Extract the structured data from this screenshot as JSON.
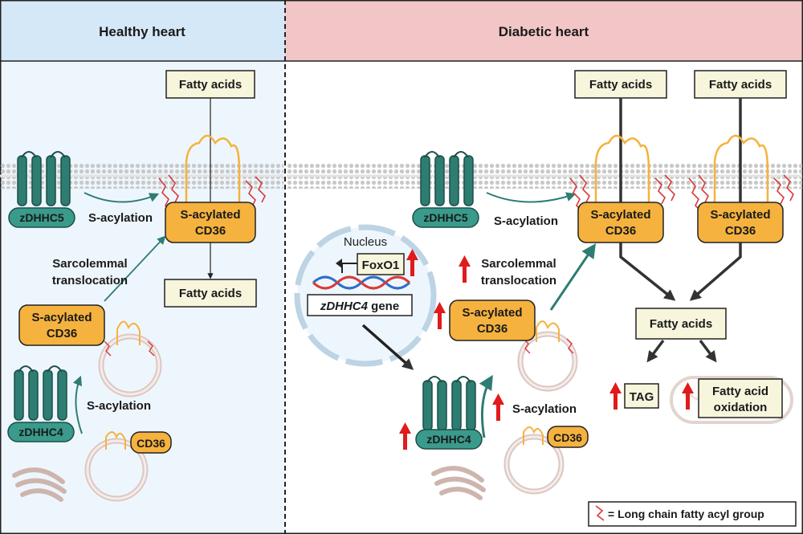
{
  "panels": {
    "healthy": {
      "title": "Healthy heart"
    },
    "diabetic": {
      "title": "Diabetic heart"
    }
  },
  "healthy": {
    "fatty_acids_top": "Fatty acids",
    "fatty_acids_bottom": "Fatty acids",
    "zdhhc5": "zDHHC5",
    "zdhhc4": "zDHHC4",
    "s_acylation_1": "S-acylation",
    "s_acylation_2": "S-acylation",
    "cd36_membrane": [
      "S-acylated",
      "CD36"
    ],
    "cd36_vesicle": [
      "S-acylated",
      "CD36"
    ],
    "cd36_plain": "CD36",
    "translocation": [
      "Sarcolemmal",
      "translocation"
    ]
  },
  "diabetic": {
    "fatty_acids_1": "Fatty acids",
    "fatty_acids_2": "Fatty acids",
    "fatty_acids_merge": "Fatty acids",
    "zdhhc5": "zDHHC5",
    "zdhhc4": "zDHHC4",
    "s_acylation_1": "S-acylation",
    "s_acylation_2": "S-acylation",
    "cd36_membrane_1": [
      "S-acylated",
      "CD36"
    ],
    "cd36_membrane_2": [
      "S-acylated",
      "CD36"
    ],
    "cd36_vesicle": [
      "S-acylated",
      "CD36"
    ],
    "cd36_plain": "CD36",
    "translocation": [
      "Sarcolemmal",
      "translocation"
    ],
    "nucleus": "Nucleus",
    "foxo1": "FoxO1",
    "gene_italic": "zDHHC4",
    "gene_suffix": " gene",
    "tag": "TAG",
    "oxidation": [
      "Fatty acid",
      "oxidation"
    ]
  },
  "legend": {
    "text": "= Long chain fatty acyl group"
  },
  "colors": {
    "healthy_header_bg": "#d5e8f8",
    "healthy_panel_bg": "#eef6fd",
    "diabetic_header_bg": "#f2c6c6",
    "cd36_fill": "#f5b23e",
    "zdhhc_fill": "#2e7d72",
    "box_fill": "#f7f5dc",
    "up_arrow": "#e01b1b",
    "acyl": "#d93a3a"
  }
}
